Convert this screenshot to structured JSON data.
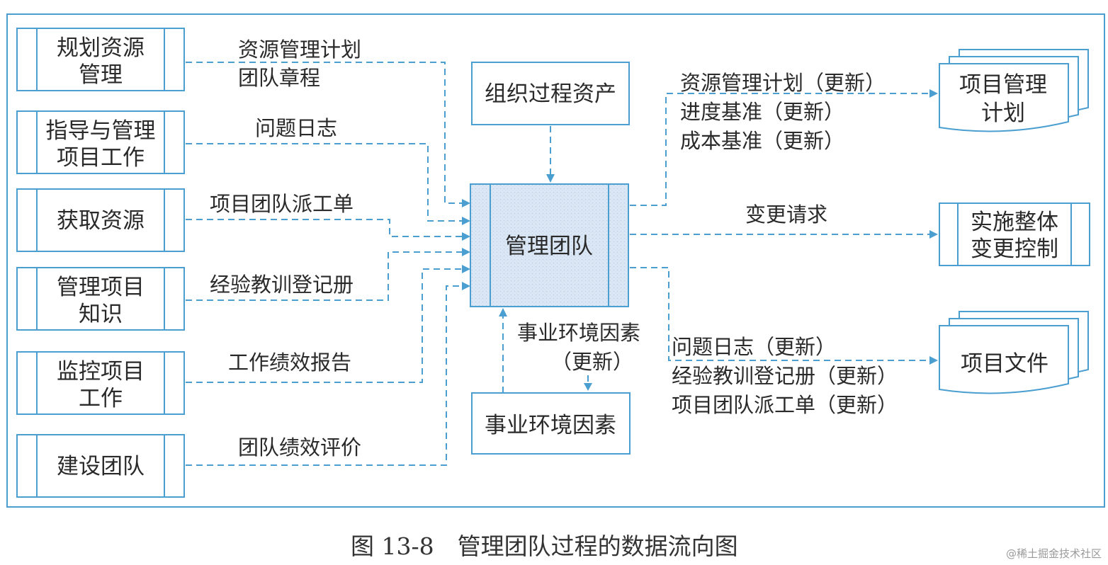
{
  "center": {
    "label": "管理团队"
  },
  "org_assets": {
    "label": "组织过程资产"
  },
  "eef_box": {
    "label": "事业环境因素"
  },
  "eef_update": {
    "line1": "事业环境因素",
    "line2": "（更新）"
  },
  "sources": [
    {
      "line1": "规划资源",
      "line2": "管理"
    },
    {
      "line1": "指导与管理",
      "line2": "项目工作"
    },
    {
      "line1": "获取资源",
      "line2": ""
    },
    {
      "line1": "管理项目",
      "line2": "知识"
    },
    {
      "line1": "监控项目",
      "line2": "工作"
    },
    {
      "line1": "建设团队",
      "line2": ""
    }
  ],
  "inputs": [
    {
      "lines": [
        "资源管理计划",
        "团队章程"
      ]
    },
    {
      "lines": [
        "问题日志"
      ]
    },
    {
      "lines": [
        "项目团队派工单"
      ]
    },
    {
      "lines": [
        "经验教训登记册"
      ]
    },
    {
      "lines": [
        "工作绩效报告"
      ]
    },
    {
      "lines": [
        "团队绩效评价"
      ]
    }
  ],
  "outputs": {
    "plan_updates": [
      "资源管理计划（更新）",
      "进度基准（更新）",
      "成本基准（更新）"
    ],
    "change_request": "变更请求",
    "doc_updates": [
      "问题日志（更新）",
      "经验教训登记册（更新）",
      "项目团队派工单（更新）"
    ]
  },
  "targets": {
    "plan": {
      "line1": "项目管理",
      "line2": "计划"
    },
    "change_control": {
      "line1": "实施整体",
      "line2": "变更控制"
    },
    "docs": {
      "label": "项目文件"
    }
  },
  "caption": "图 13-8　管理团队过程的数据流向图",
  "watermark": "@稀土掘金技术社区",
  "colors": {
    "stroke": "#4b9fd0",
    "center_fill": "#dce8f5",
    "text": "#2a2a2a"
  }
}
